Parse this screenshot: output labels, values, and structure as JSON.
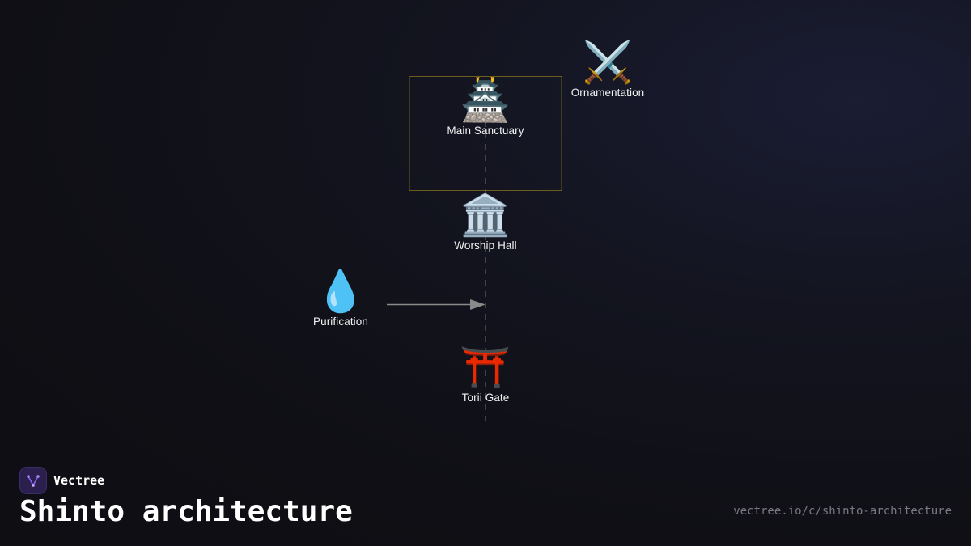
{
  "brand": {
    "name": "Vectree",
    "logo_icon": "vectree-logo-icon"
  },
  "title": "Shinto architecture",
  "url": "vectree.io/c/shinto-architecture",
  "colors": {
    "background": "#0f0f15",
    "group_border": "#6b5d1a",
    "edge": "#8a8a8a",
    "axis_dash": "#5a5a62",
    "brand_accent": "#8b5cf6"
  },
  "diagram": {
    "nodes": [
      {
        "id": "main-sanctuary",
        "label": "Main Sanctuary",
        "emoji": "🏯",
        "icon": "castle-icon"
      },
      {
        "id": "ornamentation",
        "label": "Ornamentation",
        "emoji": "⚔️",
        "icon": "crossed-swords-icon"
      },
      {
        "id": "worship-hall",
        "label": "Worship Hall",
        "emoji": "🏛️",
        "icon": "classical-building-icon"
      },
      {
        "id": "purification",
        "label": "Purification",
        "emoji": "💧",
        "icon": "droplet-icon"
      },
      {
        "id": "torii-gate",
        "label": "Torii Gate",
        "emoji": "⛩️",
        "icon": "shinto-shrine-icon"
      }
    ],
    "edges": [
      {
        "from": "purification",
        "to": "approach-axis",
        "style": "solid-arrow"
      }
    ],
    "axis": {
      "style": "dashed",
      "connects": [
        "main-sanctuary",
        "worship-hall",
        "torii-gate"
      ]
    },
    "group": {
      "contains": [
        "main-sanctuary"
      ],
      "style": "outlined-box"
    }
  }
}
